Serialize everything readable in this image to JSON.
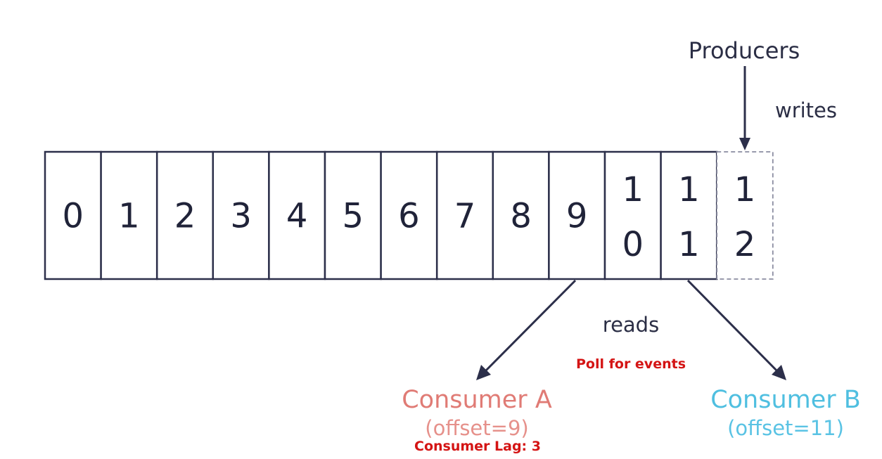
{
  "log": {
    "cells": [
      {
        "lines": [
          "0"
        ],
        "pending": false
      },
      {
        "lines": [
          "1"
        ],
        "pending": false
      },
      {
        "lines": [
          "2"
        ],
        "pending": false
      },
      {
        "lines": [
          "3"
        ],
        "pending": false
      },
      {
        "lines": [
          "4"
        ],
        "pending": false
      },
      {
        "lines": [
          "5"
        ],
        "pending": false
      },
      {
        "lines": [
          "6"
        ],
        "pending": false
      },
      {
        "lines": [
          "7"
        ],
        "pending": false
      },
      {
        "lines": [
          "8"
        ],
        "pending": false
      },
      {
        "lines": [
          "9"
        ],
        "pending": false
      },
      {
        "lines": [
          "1",
          "0"
        ],
        "pending": false
      },
      {
        "lines": [
          "1",
          "1"
        ],
        "pending": false
      },
      {
        "lines": [
          "1",
          "2"
        ],
        "pending": true
      }
    ]
  },
  "producers": {
    "label": "Producers",
    "action": "writes"
  },
  "reads": {
    "label": "reads"
  },
  "consumer_a": {
    "name": "Consumer A",
    "offset_text": "(offset=9)",
    "offset": 9
  },
  "consumer_b": {
    "name": "Consumer B",
    "offset_text": "(offset=11)",
    "offset": 11
  },
  "overlays": {
    "poll": "Poll for events",
    "lag": "Consumer Lag: 3"
  },
  "colors": {
    "ink": "#2c2f4a",
    "consumer_a": "#e07b75",
    "consumer_b": "#4fbfe0",
    "overlay": "#d41414"
  }
}
